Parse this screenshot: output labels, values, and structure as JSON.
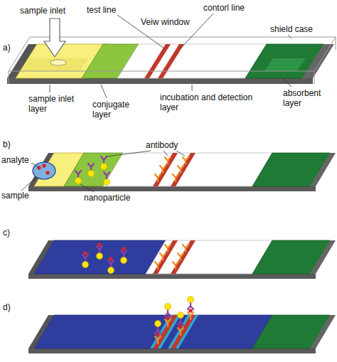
{
  "diagram": {
    "labels": [
      "a)",
      "sample inlet",
      "test line",
      "contorl line",
      "Veiw window",
      "shield case",
      "sample inlet layer",
      "conjugate layer",
      "incubation and detection layer",
      "absorbent layer",
      "b)",
      "antibody",
      "analyte",
      "sample",
      "nanoparticle",
      "c)",
      "d)"
    ]
  }
}
